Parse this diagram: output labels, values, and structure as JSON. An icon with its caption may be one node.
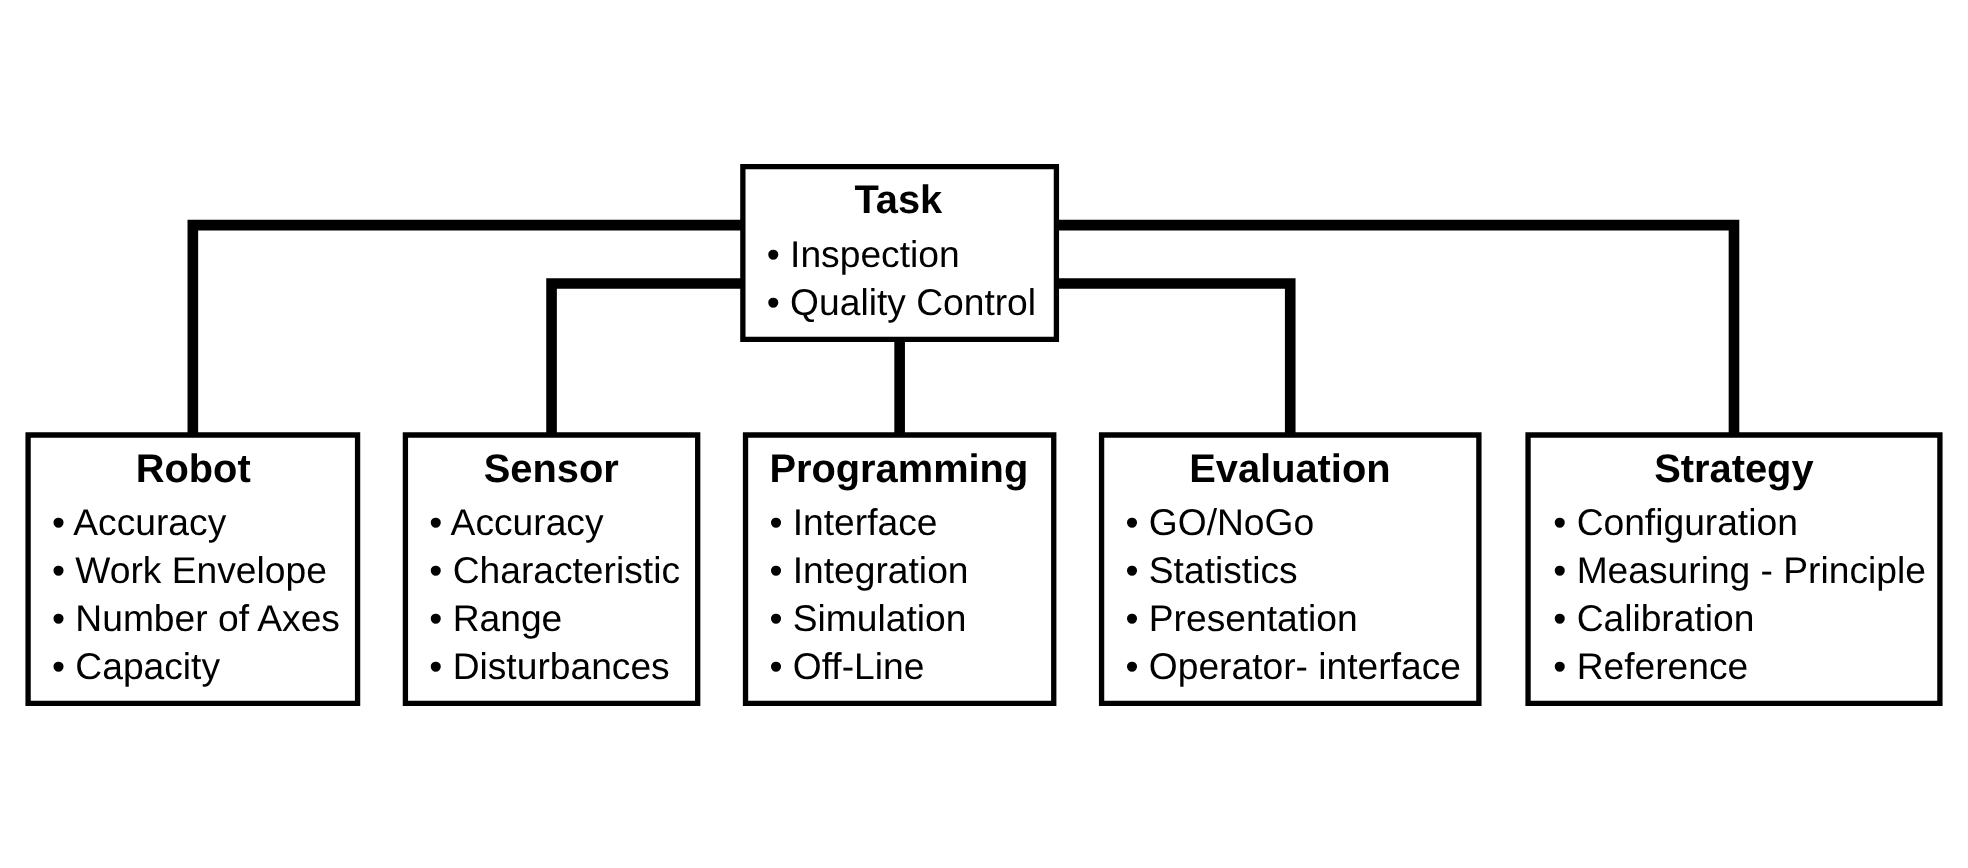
{
  "diagram": {
    "nodes": [
      {
        "text": [
          "Task",
          "• Inspection",
          "• Quality Control"
        ]
      },
      {
        "text": [
          "Robot",
          "• Accuracy",
          "• Work Envelope",
          "• Number of Axes",
          "• Capacity"
        ]
      },
      {
        "text": [
          "Sensor",
          "• Accuracy",
          "• Characteristic",
          "• Range",
          "• Disturbances"
        ]
      },
      {
        "text": [
          "Programming",
          "• Interface",
          "• Integration",
          "• Simulation",
          "• Off-Line"
        ]
      },
      {
        "text": [
          "Evaluation",
          "• GO/NoGo",
          "• Statistics",
          "• Presentation",
          "• Operator- interface"
        ]
      },
      {
        "text": [
          "Strategy",
          "• Configuration",
          "• Measuring - Principle",
          "• Calibration",
          "• Reference"
        ]
      }
    ],
    "edges": [
      {
        "from": 0,
        "to": 1,
        "arrow": "none"
      },
      {
        "from": 0,
        "to": 2,
        "arrow": "none"
      },
      {
        "from": 0,
        "to": 3,
        "arrow": "none"
      },
      {
        "from": 0,
        "to": 4,
        "arrow": "none"
      },
      {
        "from": 0,
        "to": 5,
        "arrow": "none"
      }
    ]
  }
}
